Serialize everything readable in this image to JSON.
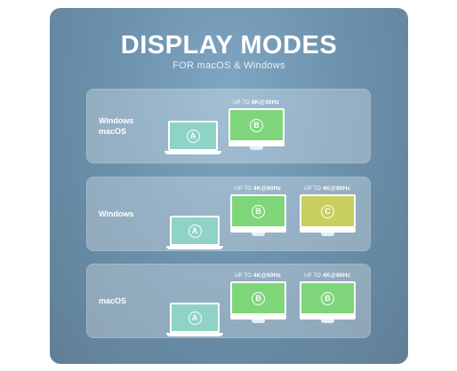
{
  "header": {
    "title": "DISPLAY MODES",
    "subtitle": "FOR macOS & Windows"
  },
  "colors": {
    "laptop_screen": "#8ed3c6",
    "monitor_b": "#7fd67a",
    "monitor_c": "#c9cf5e"
  },
  "rows": [
    {
      "label_line1": "Windows",
      "label_line2": "macOS",
      "laptop_badge": "A",
      "monitors": [
        {
          "badge": "B",
          "cap_prefix": "UP TO ",
          "cap_value": "8K@30Hz"
        }
      ]
    },
    {
      "label_line1": "Windows",
      "laptop_badge": "A",
      "monitors": [
        {
          "badge": "B",
          "cap_prefix": "UP TO ",
          "cap_value": "4K@60Hz"
        },
        {
          "badge": "C",
          "cap_prefix": "UP TO ",
          "cap_value": "4K@60Hz"
        }
      ]
    },
    {
      "label_line1": "macOS",
      "laptop_badge": "A",
      "monitors": [
        {
          "badge": "B",
          "cap_prefix": "UP TO ",
          "cap_value": "4K@60Hz"
        },
        {
          "badge": "B",
          "cap_prefix": "UP TO ",
          "cap_value": "4K@60Hz"
        }
      ]
    }
  ]
}
